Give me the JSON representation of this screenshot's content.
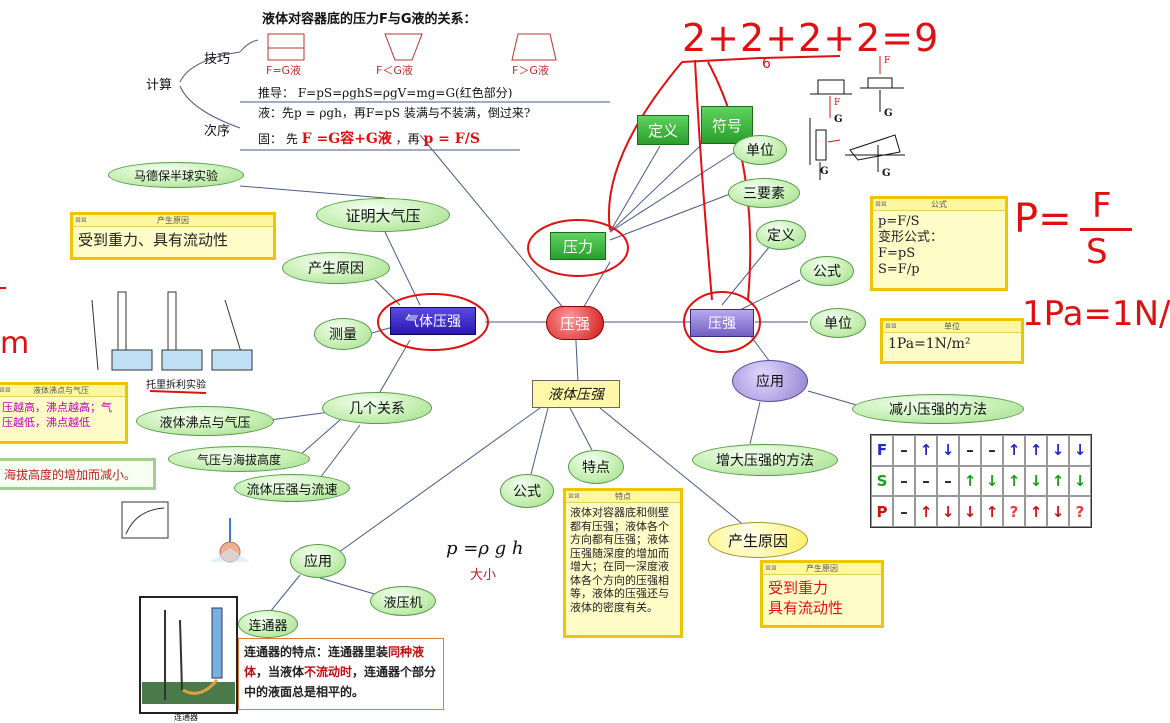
{
  "colors": {
    "red_ink": "#e01010",
    "node_green": "#c6efb4",
    "rect_green": "#2a9e2a",
    "note_yellow": "#fffcc8",
    "note_border": "#f0c400",
    "purple_node": "#3a1fd0",
    "line": "#4a5a8a"
  },
  "top_panel": {
    "heading": "液体对容器底的压力F与G液的关系：",
    "cases": [
      "F=G液",
      "F＜G液",
      "F＞G液"
    ],
    "calc_label": "计算",
    "skill_label": "技巧",
    "order_label": "次序",
    "derive": "推导：        F=pS=ρghS=ρgV=mg=G(红色部分)",
    "liquid": "液：先p = ρgh，再F=pS    装满与不装满，倒过来?",
    "solid_prefix": "固：  先",
    "solid_formula": "F =G容+G液",
    "solid_mid": "，再",
    "solid_formula2": "p = F/S"
  },
  "center": {
    "label": "压强"
  },
  "pressure_force": {
    "label": "压力",
    "definition": "定义",
    "symbol": "符号",
    "unit": "单位",
    "three_elements": "三要素"
  },
  "pressure": {
    "label": "压强",
    "definition": "定义",
    "formula": "公式",
    "unit": "单位",
    "application": "应用",
    "reduce": "减小压强的方法",
    "increase": "增大压强的方法"
  },
  "formula_note": {
    "title": "公式",
    "lines": [
      "p=F/S",
      "变形公式：",
      "F=pS",
      "S=F/p"
    ]
  },
  "unit_note": {
    "title": "单位",
    "text": "1Pa=1N/m²"
  },
  "fsp_table": {
    "rows": [
      [
        "F",
        "–",
        "↑",
        "↓",
        "–",
        "–",
        "↑",
        "↑",
        "↓",
        "↓"
      ],
      [
        "S",
        "–",
        "–",
        "–",
        "↑",
        "↓",
        "↑",
        "↓",
        "↑",
        "↓"
      ],
      [
        "P",
        "–",
        "↑",
        "↓",
        "↓",
        "↑",
        "?",
        "↑",
        "↓",
        "?"
      ]
    ]
  },
  "gas_pressure": {
    "label": "气体压强",
    "prove": "证明大气压",
    "magdeburg": "马德保半球实验",
    "cause": "产生原因",
    "measure": "测量",
    "relations": "几个关系",
    "boiling": "液体沸点与气压",
    "altitude": "气压与海拔高度",
    "flow": "流体压强与流速",
    "torricelli": "托里拆利实验"
  },
  "gas_cause_note": {
    "title": "产生原因",
    "text": "受到重力、具有流动性"
  },
  "boiling_note": {
    "title": "液体沸点与气压",
    "text": "压越高，沸点越高；气压越低，沸点越低"
  },
  "altitude_note": {
    "text": "海拔高度的增加而减小。"
  },
  "liquid_pressure": {
    "label": "液体压强",
    "features": "特点",
    "formula": "公式",
    "cause": "产生原因",
    "application": "应用",
    "connector": "连通器",
    "hydraulic": "液压机",
    "formula_text": "p =ρ g h",
    "size_label": "大小"
  },
  "features_note": {
    "title": "特点",
    "text": "液体对容器底和侧壁都有压强；液体各个方向都有压强；液体压强随深度的增加而增大；在同一深度液体各个方向的压强相等，液体的压强还与液体的密度有关。"
  },
  "liquid_cause_note": {
    "title": "产生原因",
    "line1": "受到重力",
    "line2": "具有流动性"
  },
  "connector_note": {
    "p1": "连通器的特点：连通器里装",
    "p2": "同种液体",
    "p3": "，当液体",
    "p4": "不流动时",
    "p5": "，连通器个部分中的液面总是相平的。"
  },
  "connector_caption": "连通器",
  "handwriting": {
    "sum": "2+2+2+2=9",
    "small_mark": "6",
    "p_formula_left": "P=",
    "p_formula_num": "F",
    "p_formula_den": "S",
    "pa_unit": "1Pa=1N/",
    "m_mark": "m"
  },
  "force_diagram_labels": {
    "F": "F",
    "G": "G"
  }
}
